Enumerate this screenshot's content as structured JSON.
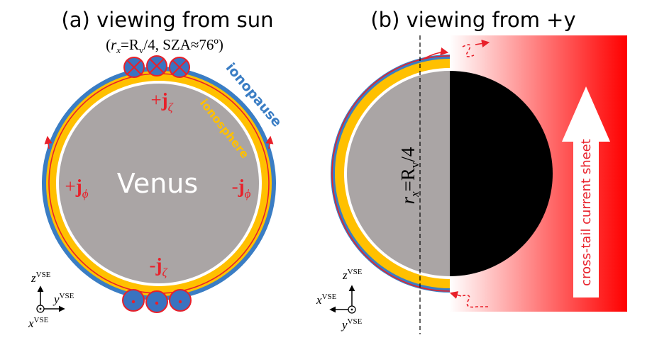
{
  "panel_a": {
    "title": "(a) viewing from sun",
    "subtitle_open": "(",
    "subtitle_rx": "r",
    "subtitle_rx_sub": "x",
    "subtitle_mid": "=R",
    "subtitle_rv_sub": "v",
    "subtitle_rest": "/4, SZA≈76º)",
    "ionopause_label": "ionopause",
    "ionosphere_label": "ionosphere",
    "planet_label": "Venus",
    "j_zeta_plus": {
      "sign": "+",
      "j": "j",
      "sub": "ζ"
    },
    "j_zeta_minus": {
      "sign": "-",
      "j": "j",
      "sub": "ζ"
    },
    "j_phi_plus": {
      "sign": "+",
      "j": "j",
      "sub": "ϕ"
    },
    "j_phi_minus": {
      "sign": "-",
      "j": "j",
      "sub": "ϕ"
    },
    "axes": {
      "z": "z",
      "y": "y",
      "x": "x",
      "sup": "VSE"
    }
  },
  "panel_b": {
    "title": "(b) viewing from +y",
    "rx_label": {
      "r": "r",
      "sub": "x",
      "eq": "=R",
      "vsub": "v",
      "rest": "/4"
    },
    "current_sheet_label": "cross-tail current sheet",
    "axes": {
      "z": "z",
      "x": "x",
      "y": "y",
      "sup": "VSE"
    }
  },
  "colors": {
    "ionopause": "#3a7dc4",
    "ionosphere": "#ffc000",
    "planet": "#aaa5a5",
    "nightside": "#000000",
    "current": "#e8202a",
    "marker_fill": "#3a73c0",
    "sheet_red": "#ff0000"
  }
}
